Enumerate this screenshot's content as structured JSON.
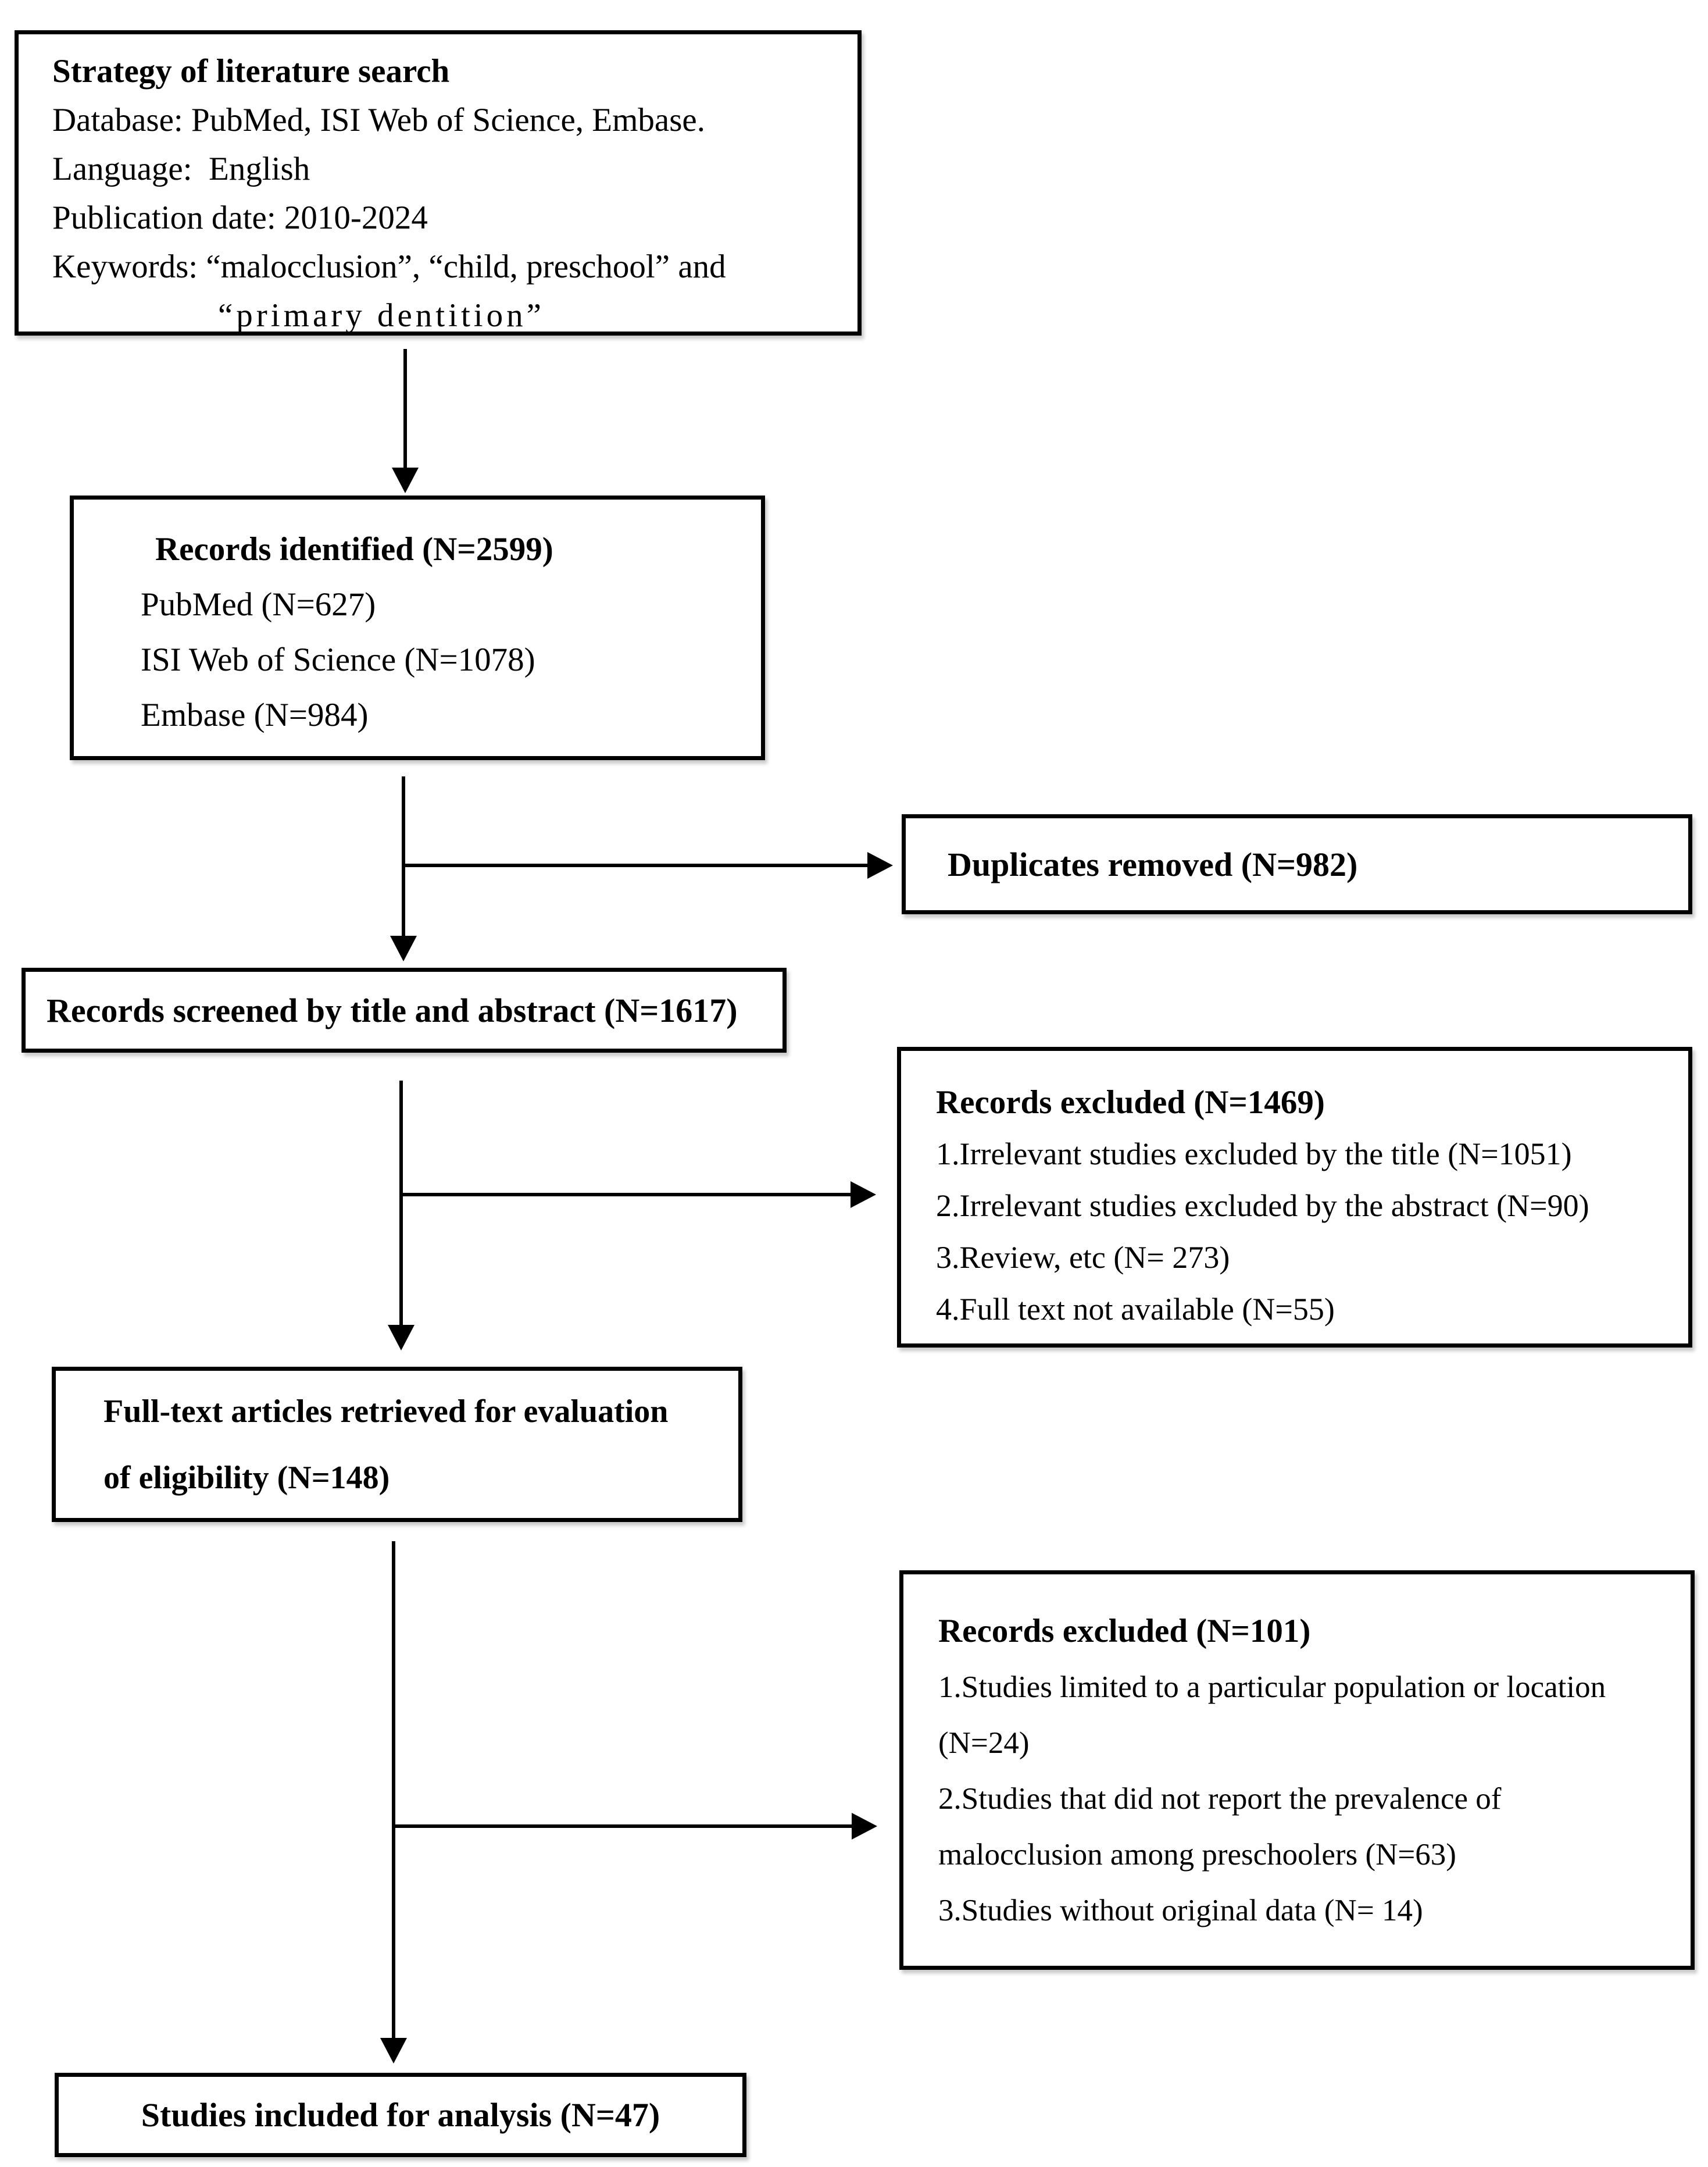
{
  "page": {
    "background": "#ffffff",
    "border_color": "#000000",
    "text_color": "#000000"
  },
  "strategy_box": {
    "title": "Strategy of literature search",
    "lines": [
      "Database: PubMed, ISI Web of Science, Embase.",
      "Language:  English",
      "Publication date: 2010-2024",
      "Keywords: “malocclusion”, “child, preschool” and",
      "“primary dentition”"
    ]
  },
  "identified_box": {
    "title": "Records identified (N=2599)",
    "lines": [
      "PubMed (N=627)",
      "ISI Web of Science (N=1078)",
      "Embase (N=984)"
    ]
  },
  "duplicates_box": {
    "title": "Duplicates removed (N=982)"
  },
  "screened_box": {
    "title": "Records screened by title and abstract (N=1617)"
  },
  "excluded_title_abstract_box": {
    "title": "Records excluded (N=1469)",
    "lines": [
      "1.Irrelevant studies excluded by the title (N=1051)",
      "2.Irrelevant studies excluded by the abstract (N=90)",
      "3.Review, etc (N= 273)",
      "4.Full text not available (N=55)"
    ]
  },
  "fulltext_box": {
    "lines": [
      "Full-text articles retrieved for evaluation",
      "of eligibility (N=148)"
    ]
  },
  "excluded_fulltext_box": {
    "title": "Records excluded (N=101)",
    "lines": [
      "1.Studies limited to a particular population or location",
      "(N=24)",
      "2.Studies that did not report the prevalence of",
      "malocclusion among preschoolers (N=63)",
      "3.Studies without original data (N= 14)"
    ]
  },
  "included_box": {
    "title": "Studies included for analysis (N=47)"
  }
}
